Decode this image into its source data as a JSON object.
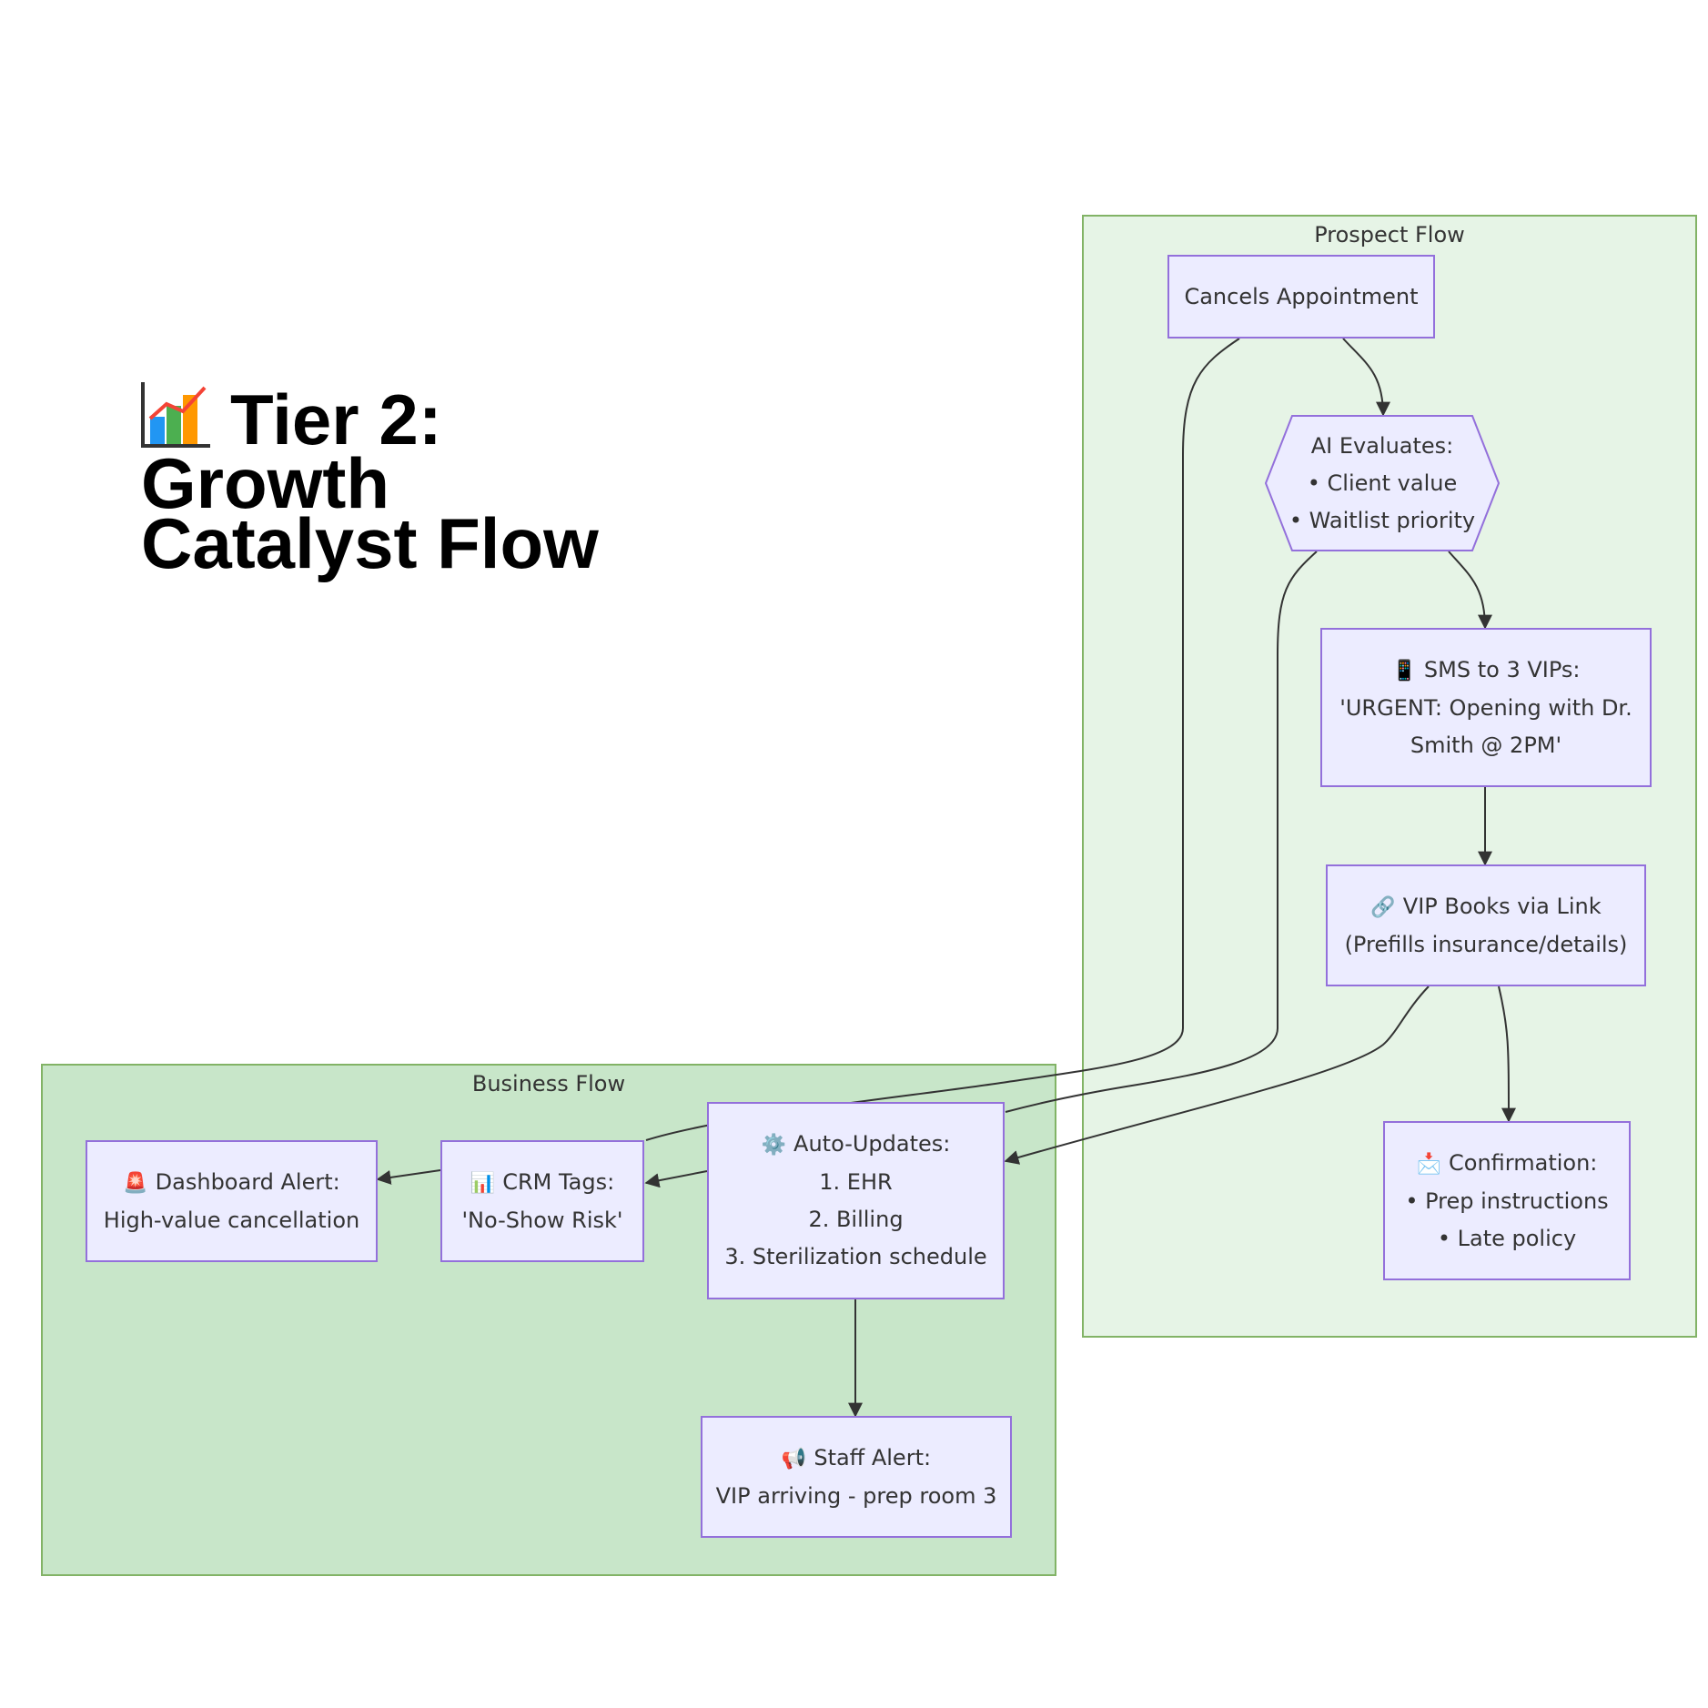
{
  "title": {
    "icon": "bar-chart-icon",
    "line1": "Tier 2:",
    "line2": "Growth",
    "line3": "Catalyst Flow"
  },
  "groups": {
    "prospect": {
      "label": "Prospect Flow",
      "color": "#82b366",
      "fill": "#e6f4e6"
    },
    "business": {
      "label": "Business Flow",
      "color": "#82b366",
      "fill": "#c8e6c9"
    }
  },
  "nodes": {
    "cancels": {
      "line1": "Cancels Appointment"
    },
    "ai": {
      "line1": "AI Evaluates:",
      "line2": "• Client value",
      "line3": "• Waitlist priority"
    },
    "sms": {
      "icon": "📱",
      "line1": "SMS to 3 VIPs:",
      "line2": "'URGENT: Opening with Dr.",
      "line3": "Smith @ 2PM'"
    },
    "vip": {
      "icon": "🔗",
      "line1": "VIP Books via Link",
      "line2": "(Prefills insurance/details)"
    },
    "confirm": {
      "icon": "📩",
      "line1": "Confirmation:",
      "line2": "• Prep instructions",
      "line3": "• Late policy"
    },
    "auto": {
      "icon": "⚙️",
      "line1": "Auto-Updates:",
      "line2": "1. EHR",
      "line3": "2. Billing",
      "line4": "3. Sterilization schedule"
    },
    "crm": {
      "icon": "📊",
      "line1": "CRM Tags:",
      "line2": "'No-Show Risk'"
    },
    "dash": {
      "icon": "🚨",
      "line1": "Dashboard Alert:",
      "line2": "High-value cancellation"
    },
    "staff": {
      "icon": "📢",
      "line1": "Staff Alert:",
      "line2": "VIP arriving - prep room 3"
    }
  },
  "colors": {
    "node_fill": "#ececff",
    "node_border": "#9370db",
    "edge": "#333333"
  }
}
